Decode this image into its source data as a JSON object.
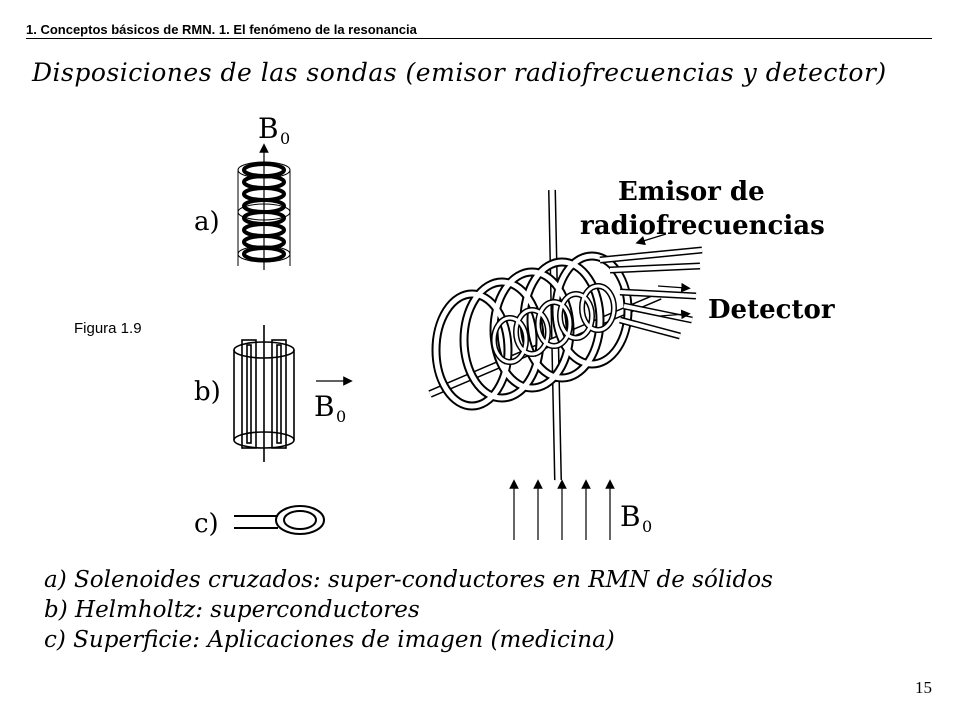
{
  "header": "1. Conceptos básicos de RMN. 1. El fenómeno de la resonancia",
  "title": "Disposiciones de las sondas (emisor radiofrecuencias y detector)",
  "figure_label": "Figura 1.9",
  "figure": {
    "b0_symbol": "B",
    "b0_subscript": "0",
    "label_a": "a)",
    "label_b": "b)",
    "label_c": "c)",
    "emitter_line1": "Emisor de",
    "emitter_line2": "radiofrecuencias",
    "detector": "Detector"
  },
  "captions": [
    "a) Solenoides cruzados: super-conductores en RMN de sólidos",
    "b) Helmholtz: superconductores",
    "c) Superficie: Aplicaciones de imagen (medicina)"
  ],
  "page_number": "15"
}
